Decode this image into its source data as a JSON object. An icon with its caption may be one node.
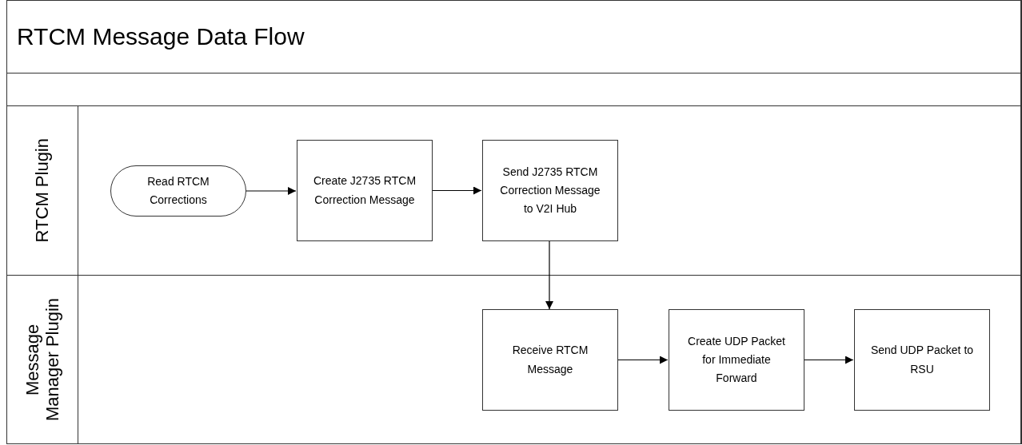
{
  "diagram": {
    "title": "RTCM Message Data Flow",
    "nodes": [
      {
        "text": [
          "RTCM Plugin"
        ]
      },
      {
        "text": [
          "Read RTCM Corrections"
        ],
        "in": 0
      },
      {
        "text": [
          "Create J2735 RTCM Correction Message"
        ],
        "in": 0
      },
      {
        "text": [
          "Send J2735 RTCM Correction Message to V2I Hub"
        ],
        "in": 0
      },
      {
        "text": [
          "Message Manager Plugin"
        ]
      },
      {
        "text": [
          "Receive RTCM Message"
        ],
        "in": 4
      },
      {
        "text": [
          "Create UDP Packet for Immediate Forward"
        ],
        "in": 4
      },
      {
        "text": [
          "Send UDP Packet to RSU"
        ],
        "in": 4
      }
    ],
    "edges": [
      {
        "from": 1,
        "to": 2,
        "arrow": "to"
      },
      {
        "from": 2,
        "to": 3,
        "arrow": "to"
      },
      {
        "from": 3,
        "to": 5,
        "arrow": "to"
      },
      {
        "from": 5,
        "to": 6,
        "arrow": "to"
      },
      {
        "from": 6,
        "to": 7,
        "arrow": "to"
      }
    ]
  }
}
